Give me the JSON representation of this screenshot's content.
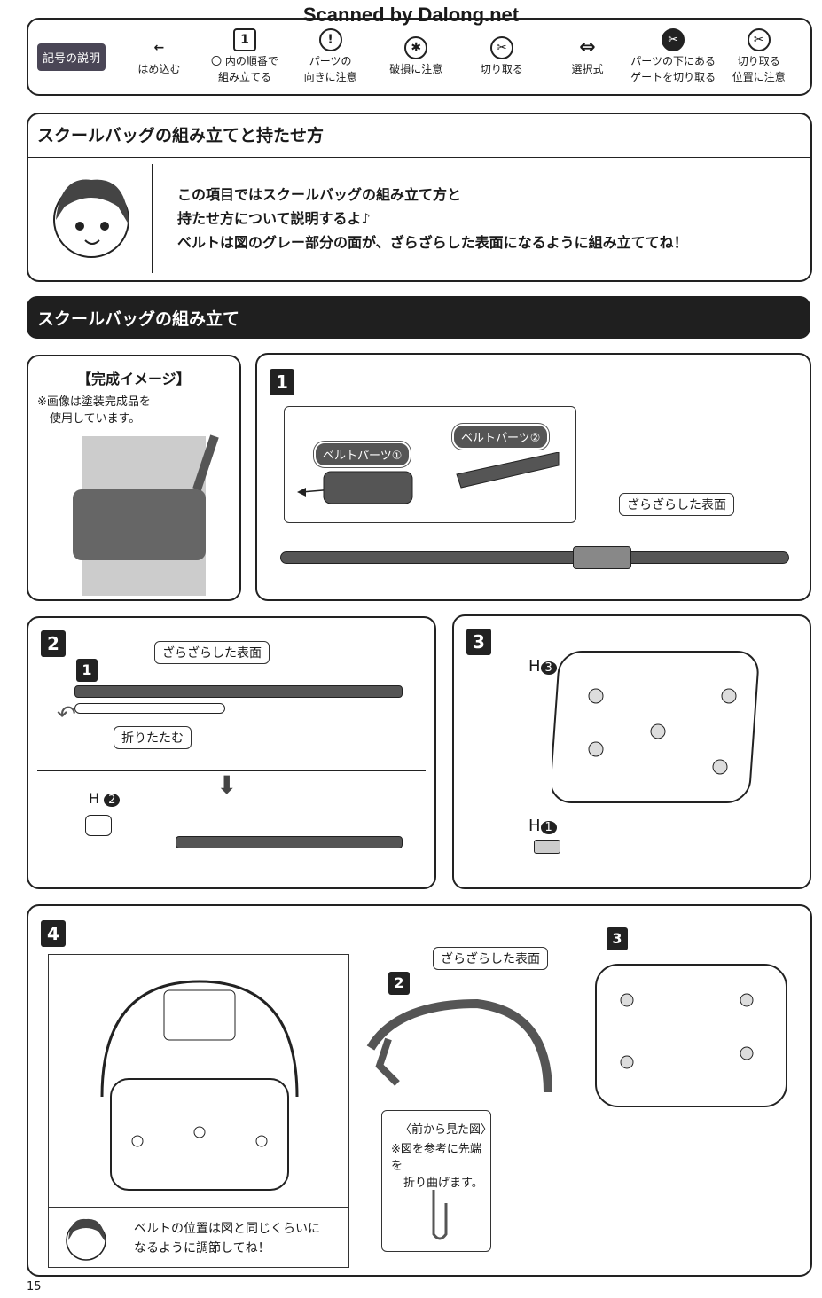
{
  "watermark": "Scanned by Dalong.net",
  "legend": {
    "tag": "記号の説明",
    "items": [
      {
        "icon": "arrow-left-icon",
        "glyph": "←",
        "label": [
          "はめ込む",
          ""
        ]
      },
      {
        "icon": "hexagon-number-icon",
        "glyph": "1",
        "label": [
          "〇 内の順番で",
          "組み立てる"
        ]
      },
      {
        "icon": "exclamation-icon",
        "glyph": "!",
        "label": [
          "パーツの",
          "向きに注意"
        ]
      },
      {
        "icon": "broken-part-icon",
        "glyph": "✱",
        "label": [
          "破損に注意",
          ""
        ]
      },
      {
        "icon": "nipper-icon",
        "glyph": "✂",
        "label": [
          "切り取る",
          ""
        ]
      },
      {
        "icon": "double-arrow-icon",
        "glyph": "⇔",
        "label": [
          "選択式",
          ""
        ]
      },
      {
        "icon": "gate-under-part-icon",
        "glyph": "✂",
        "label": [
          "パーツの下にある",
          "ゲートを切り取る"
        ]
      },
      {
        "icon": "cut-position-icon",
        "glyph": "✂",
        "label": [
          "切り取る",
          "位置に注意"
        ]
      }
    ]
  },
  "intro": {
    "title": "スクールバッグの組み立てと持たせ方",
    "lines": [
      "この項目ではスクールバッグの組み立て方と",
      "持たせ方について説明するよ♪",
      "ベルトは図のグレー部分の面が、ざらざらした表面になるように組み立ててね！"
    ]
  },
  "section_title": "スクールバッグの組み立て",
  "complete": {
    "title": "【完成イメージ】",
    "note": [
      "※画像は塗装完成品を",
      "使用しています。"
    ]
  },
  "step1": {
    "num": "1",
    "part1": "ベルトパーツ①",
    "part2": "ベルトパーツ②",
    "surface": "ざらざらした表面"
  },
  "step2": {
    "num": "2",
    "sub": "1",
    "surface": "ざらざらした表面",
    "fold": "折りたたむ",
    "part": "H",
    "partnum": "2"
  },
  "step3": {
    "num": "3",
    "partA": "H",
    "partAnum": "3",
    "partB": "H",
    "partBnum": "1"
  },
  "step4": {
    "num": "4",
    "surface": "ざらざらした表面",
    "label2": "2",
    "label3": "3",
    "front_title": "〈前から見た図〉",
    "front_note": [
      "※図を参考に先端を",
      "折り曲げます。"
    ],
    "mascot_note": [
      "ベルトの位置は図と同じくらいに",
      "なるように調節してね！"
    ]
  },
  "page_number": "15"
}
